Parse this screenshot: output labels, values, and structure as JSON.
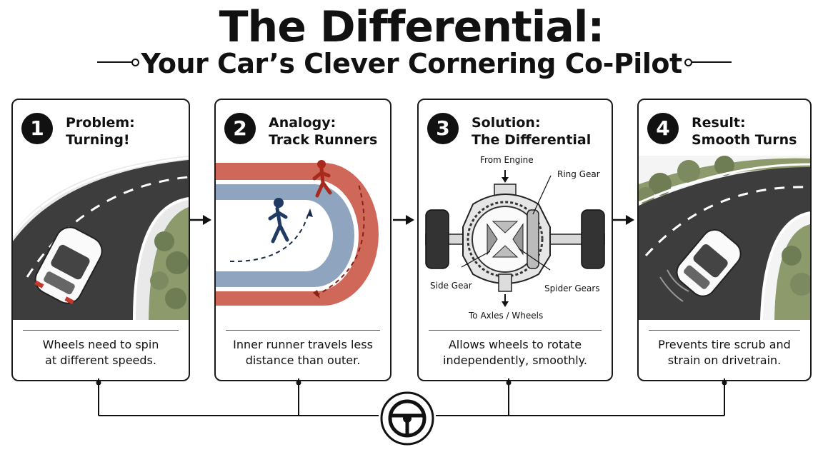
{
  "header": {
    "title": "The Differential:",
    "subtitle": "Your Car’s Clever Cornering Co-Pilot"
  },
  "panels": [
    {
      "number": "1",
      "title_line1": "Problem:",
      "title_line2": "Turning!",
      "caption_line1": "Wheels need to spin",
      "caption_line2": "at different speeds."
    },
    {
      "number": "2",
      "title_line1": "Analogy:",
      "title_line2": "Track Runners",
      "caption_line1": "Inner runner travels less",
      "caption_line2": "distance than outer."
    },
    {
      "number": "3",
      "title_line1": "Solution:",
      "title_line2": "The Differential",
      "caption_line1": "Allows wheels to rotate",
      "caption_line2": "independently, smoothly.",
      "labels": {
        "from_engine": "From Engine",
        "ring_gear": "Ring Gear",
        "side_gear": "Side Gear",
        "spider_gears": "Spider Gears",
        "to_axles": "To Axles / Wheels"
      }
    },
    {
      "number": "4",
      "title_line1": "Result:",
      "title_line2": "Smooth Turns",
      "caption_line1": "Prevents tire scrub and",
      "caption_line2": "strain on drivetrain."
    }
  ],
  "icons": [
    "car-icon",
    "runner-icon",
    "gear-icon",
    "steering-wheel-icon",
    "arrow-right-icon"
  ],
  "colors": {
    "track_red": "#d0685a",
    "track_blue": "#8fa4be",
    "road": "#3d3d3d",
    "grass": "#8c9a6c",
    "ink": "#111111"
  }
}
